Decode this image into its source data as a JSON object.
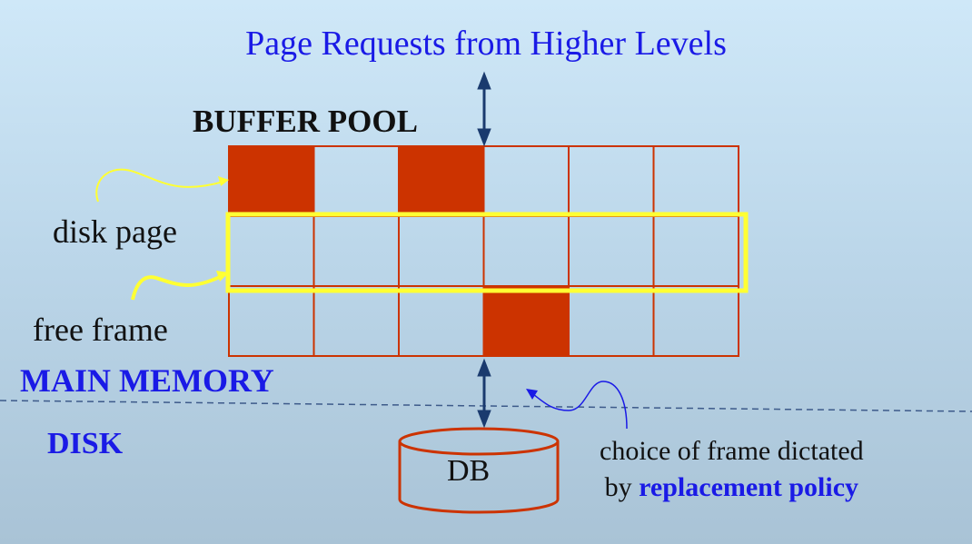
{
  "title": "Page Requests from Higher Levels",
  "buffer_pool_label": "BUFFER POOL",
  "disk_page_label": "disk page",
  "free_frame_label": "free frame",
  "main_memory_label": "MAIN MEMORY",
  "disk_label": "DISK",
  "db_label": "DB",
  "policy_line1": "choice of frame dictated",
  "policy_line2_prefix": "by ",
  "policy_line2_keyword": "replacement policy",
  "grid": {
    "rows": 3,
    "cols": 6,
    "filled_frames": [
      [
        0,
        0
      ],
      [
        0,
        2
      ],
      [
        2,
        3
      ]
    ],
    "highlighted_row": 1
  },
  "colors": {
    "frame_border": "#cc3300",
    "frame_filled": "#cc3300",
    "highlight": "#ffff33",
    "arrow": "#1a3a6e",
    "title": "#1a1ae6"
  }
}
